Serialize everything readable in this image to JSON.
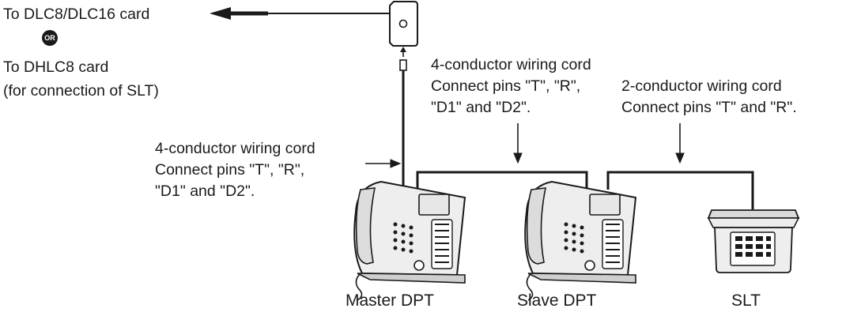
{
  "destinations": {
    "line1": "To DLC8/DLC16 card",
    "or_badge": "OR",
    "line2": "To DHLC8 card",
    "line3": "(for connection of SLT)"
  },
  "cord_left": {
    "line1": "4-conductor wiring cord",
    "line2": "Connect pins \"T\", \"R\",",
    "line3": "\"D1\" and \"D2\"."
  },
  "cord_middle": {
    "line1": "4-conductor wiring cord",
    "line2": "Connect pins \"T\", \"R\",",
    "line3": "\"D1\" and \"D2\"."
  },
  "cord_right": {
    "line1": "2-conductor wiring cord",
    "line2": "Connect pins \"T\" and \"R\"."
  },
  "devices": {
    "master": "Master DPT",
    "slave": "Slave DPT",
    "slt": "SLT"
  }
}
